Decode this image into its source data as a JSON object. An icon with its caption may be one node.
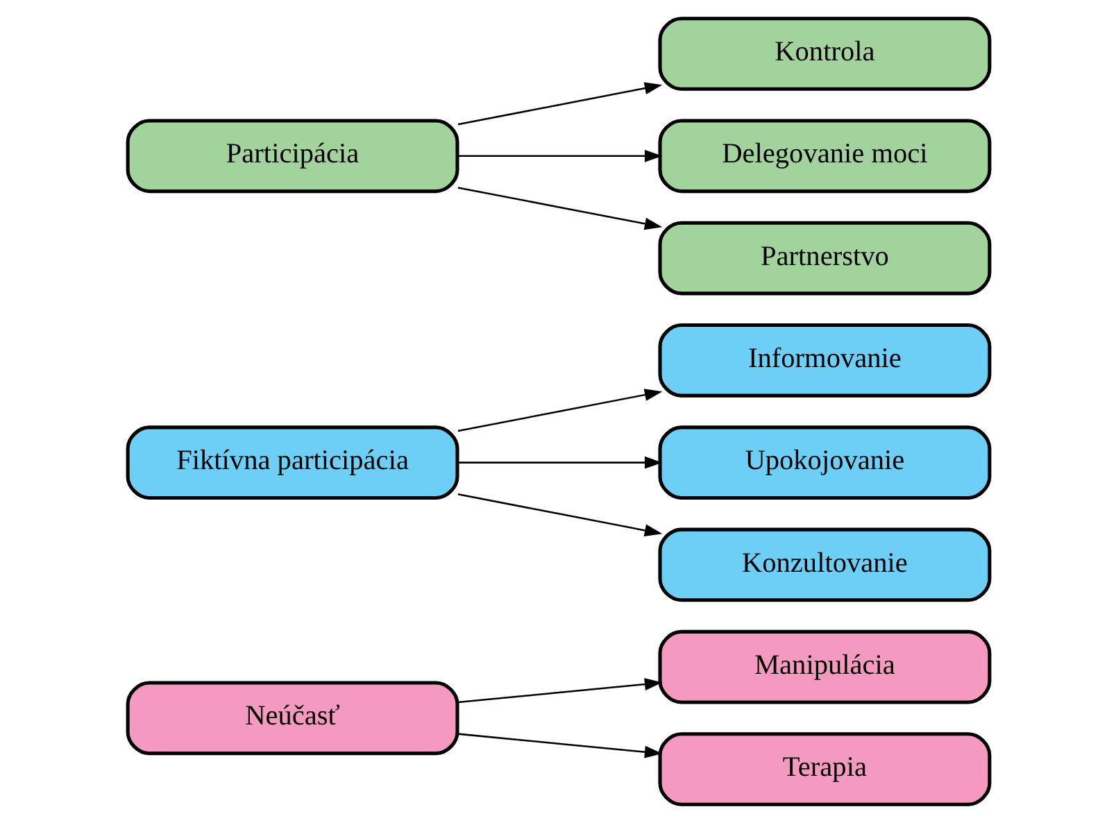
{
  "diagram": {
    "nodes": [
      {
        "text": [
          "Neúčasť"
        ]
      },
      {
        "text": [
          "Manipulácia"
        ]
      },
      {
        "text": [
          "Terapia"
        ]
      },
      {
        "text": [
          "Fiktívna participácia"
        ]
      },
      {
        "text": [
          "Informovanie"
        ]
      },
      {
        "text": [
          "Upokojovanie"
        ]
      },
      {
        "text": [
          "Konzultovanie"
        ]
      },
      {
        "text": [
          "Participácia"
        ]
      },
      {
        "text": [
          "Kontrola"
        ]
      },
      {
        "text": [
          "Delegovanie moci"
        ]
      },
      {
        "text": [
          "Partnerstvo"
        ]
      }
    ],
    "edges": [
      {
        "from": 0,
        "to": 1,
        "arrow": "to"
      },
      {
        "from": 0,
        "to": 2,
        "arrow": "to"
      },
      {
        "from": 3,
        "to": 4,
        "arrow": "to"
      },
      {
        "from": 3,
        "to": 5,
        "arrow": "to"
      },
      {
        "from": 3,
        "to": 6,
        "arrow": "to"
      },
      {
        "from": 7,
        "to": 8,
        "arrow": "to"
      },
      {
        "from": 7,
        "to": 9,
        "arrow": "to"
      },
      {
        "from": 7,
        "to": 10,
        "arrow": "to"
      }
    ]
  }
}
